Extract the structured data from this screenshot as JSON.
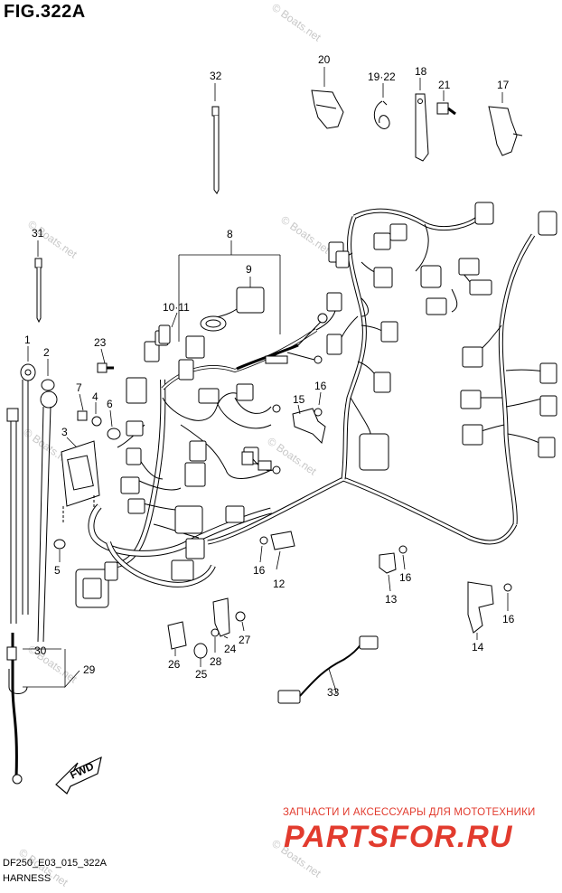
{
  "figure": {
    "title": "FIG.322A",
    "code": "DF250_E03_015_322A",
    "name": "HARNESS"
  },
  "watermark": {
    "text": "© Boats.net"
  },
  "promo": {
    "tagline": "ЗАПЧАСТИ И АКСЕССУАРЫ ДЛЯ МОТОТЕХНИКИ",
    "brand": "PARTSFOR.RU",
    "brand_color": "#e23b2e"
  },
  "direction_marker": {
    "label": "FWD"
  },
  "callouts": {
    "c1": "1",
    "c2": "2",
    "c3": "3",
    "c4": "4",
    "c5": "5",
    "c6": "6",
    "c7": "7",
    "c8": "8",
    "c9": "9",
    "c10_11": "10·11",
    "c12": "12",
    "c13": "13",
    "c14": "14",
    "c15": "15",
    "c16a": "16",
    "c16b": "16",
    "c16c": "16",
    "c16d": "16",
    "c17": "17",
    "c18": "18",
    "c19_22": "19·22",
    "c20": "20",
    "c21": "21",
    "c23": "23",
    "c24": "24",
    "c25": "25",
    "c26": "26",
    "c27": "27",
    "c28": "28",
    "c29": "29",
    "c30": "30",
    "c31": "31",
    "c32": "32",
    "c33": "33"
  }
}
